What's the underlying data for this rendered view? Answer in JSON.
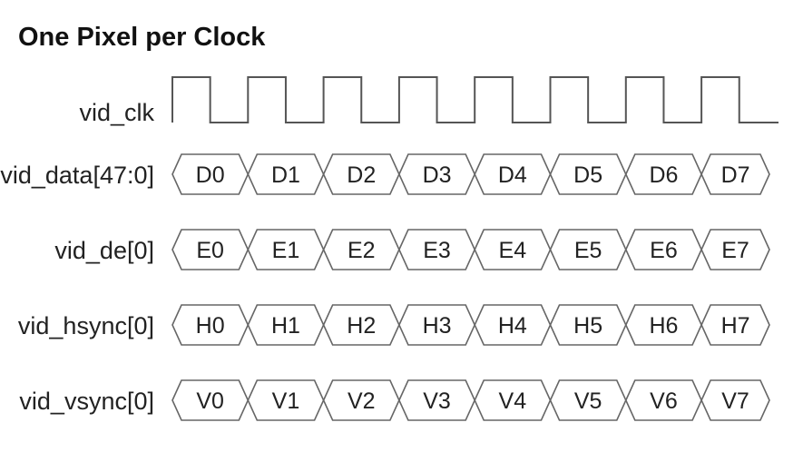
{
  "title": "One Pixel per Clock",
  "clock": {
    "label": "vid_clk",
    "pulses": 8
  },
  "signals": [
    {
      "label": "vid_data[47:0]",
      "values": [
        "D0",
        "D1",
        "D2",
        "D3",
        "D4",
        "D5",
        "D6",
        "D7"
      ]
    },
    {
      "label": "vid_de[0]",
      "values": [
        "E0",
        "E1",
        "E2",
        "E3",
        "E4",
        "E5",
        "E6",
        "E7"
      ]
    },
    {
      "label": "vid_hsync[0]",
      "values": [
        "H0",
        "H1",
        "H2",
        "H3",
        "H4",
        "H5",
        "H6",
        "H7"
      ]
    },
    {
      "label": "vid_vsync[0]",
      "values": [
        "V0",
        "V1",
        "V2",
        "V3",
        "V4",
        "V5",
        "V6",
        "V7"
      ]
    }
  ],
  "colors": {
    "waveform": "#555555",
    "bus": "#666666",
    "text": "#222222"
  }
}
